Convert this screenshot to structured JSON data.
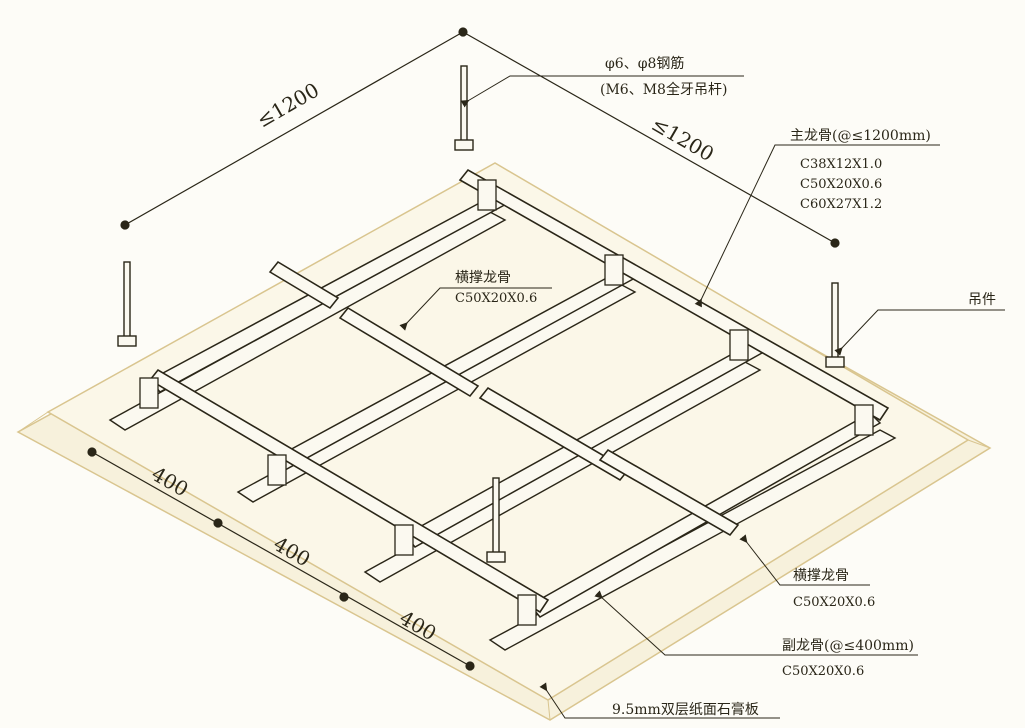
{
  "dimensions": {
    "span_left": "≤1200",
    "span_right": "≤1200",
    "spacing_1": "400",
    "spacing_2": "400",
    "spacing_3": "400"
  },
  "labels": {
    "rod_title": "φ6、φ8钢筋",
    "rod_sub": "(M6、M8全牙吊杆)",
    "main_title": "主龙骨(@≤1200mm)",
    "main_spec_1": "C38X12X1.0",
    "main_spec_2": "C50X20X0.6",
    "main_spec_3": "C60X27X1.2",
    "cross_top_title": "横撑龙骨",
    "cross_top_spec": "C50X20X0.6",
    "hanger": "吊件",
    "cross_bottom_title": "横撑龙骨",
    "cross_bottom_spec": "C50X20X0.6",
    "sub_title": "副龙骨(@≤400mm)",
    "sub_spec": "C50X20X0.6",
    "board": "9.5mm双层纸面石膏板"
  },
  "colors": {
    "line": "#2a2618",
    "board_fill": "#f7f1dc",
    "board_edge": "#d9c58f",
    "steel_fill": "#fbf9f0"
  }
}
